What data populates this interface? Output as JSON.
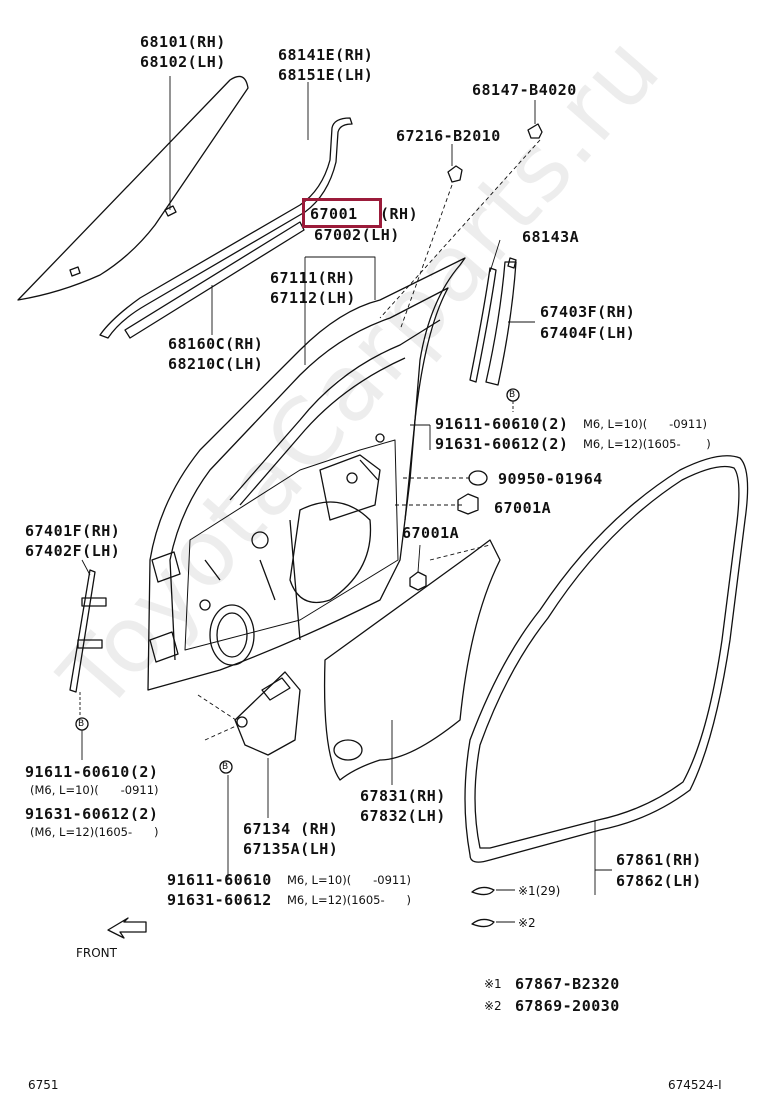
{
  "watermark": "ToyotaCarparts.ru",
  "labels": {
    "l68101": "68101(RH)",
    "l68102": "68102(LH)",
    "l68141": "68141E(RH)",
    "l68151": "68151E(LH)",
    "l68147": "68147-B4020",
    "l67216": "67216-B2010",
    "l67001": "67001",
    "l67001rh": "(RH)",
    "l67002": "67002(LH)",
    "l67111": "67111(RH)",
    "l67112": "67112(LH)",
    "l68143": "68143A",
    "l67403": "67403F(RH)",
    "l67404": "67404F(LH)",
    "l68160": "68160C(RH)",
    "l68210": "68210C(LH)",
    "l91611a": "91611-60610(2)",
    "l91611a_n": "M6, L=10)(      -0911)",
    "l91631a": "91631-60612(2)",
    "l91631a_n": "M6, L=12)(1605-       )",
    "l90950": "90950-01964",
    "l67001a1": "67001A",
    "l67001a2": "67001A",
    "l67401": "67401F(RH)",
    "l67402": "67402F(LH)",
    "l91611b": "91611-60610(2)",
    "l91611b_n": "(M6, L=10)(      -0911)",
    "l91631b": "91631-60612(2)",
    "l91631b_n": "(M6, L=12)(1605-      )",
    "l67134": "67134 (RH)",
    "l67135": "67135A(LH)",
    "l67831": "67831(RH)",
    "l67832": "67832(LH)",
    "l91611c": "91611-60610",
    "l91611c_n": "M6, L=10)(      -0911)",
    "l91631c": "91631-60612",
    "l91631c_n": "M6, L=12)(1605-      )",
    "l67861": "67861(RH)",
    "l67862": "67862(LH)",
    "note1": "※1(29)",
    "note2": "※2",
    "front": "FRONT",
    "fn1_mark": "※1",
    "fn1": "67867-B2320",
    "fn2_mark": "※2",
    "fn2": "67869-20030",
    "page_left": "6751",
    "page_right": "674524-I",
    "ref_b": "B"
  },
  "colors": {
    "highlight": "#9b1b3a",
    "line": "#111111"
  }
}
